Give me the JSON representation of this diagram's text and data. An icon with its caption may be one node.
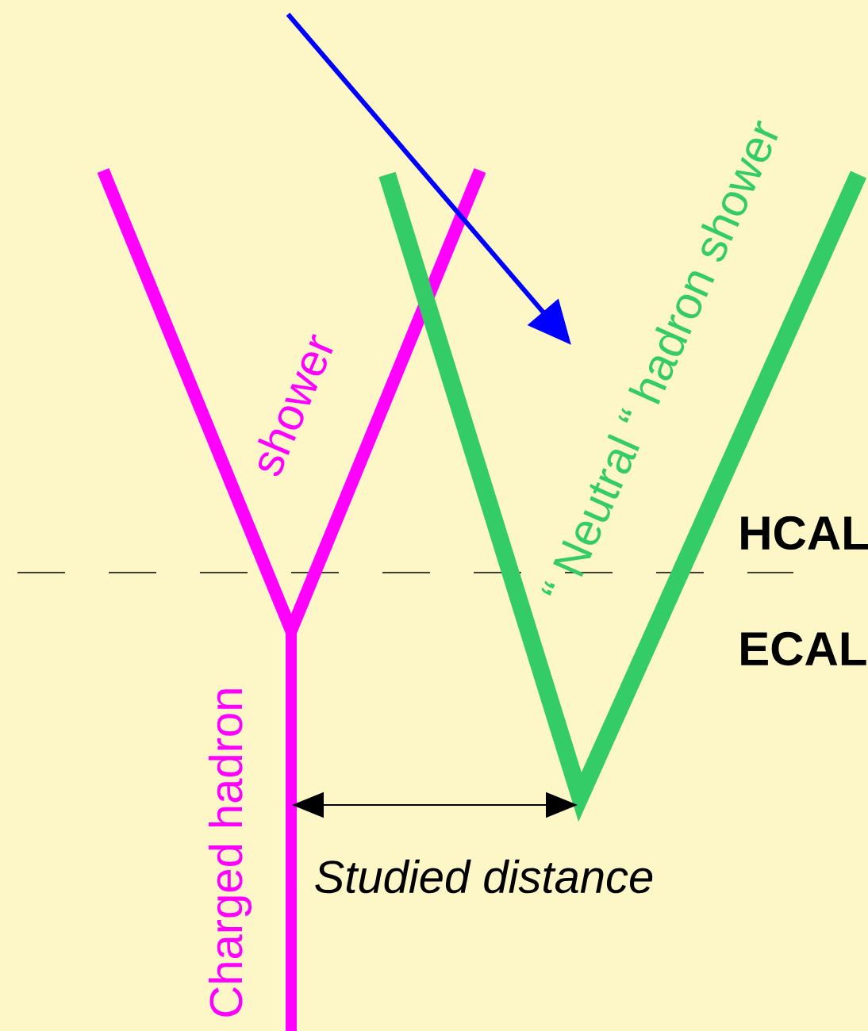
{
  "diagram": {
    "labels": [
      "shower",
      "“ Neutral “ hadron shower",
      "HCAL",
      "ECAL",
      "Charged hadron",
      "Studied distance"
    ]
  }
}
